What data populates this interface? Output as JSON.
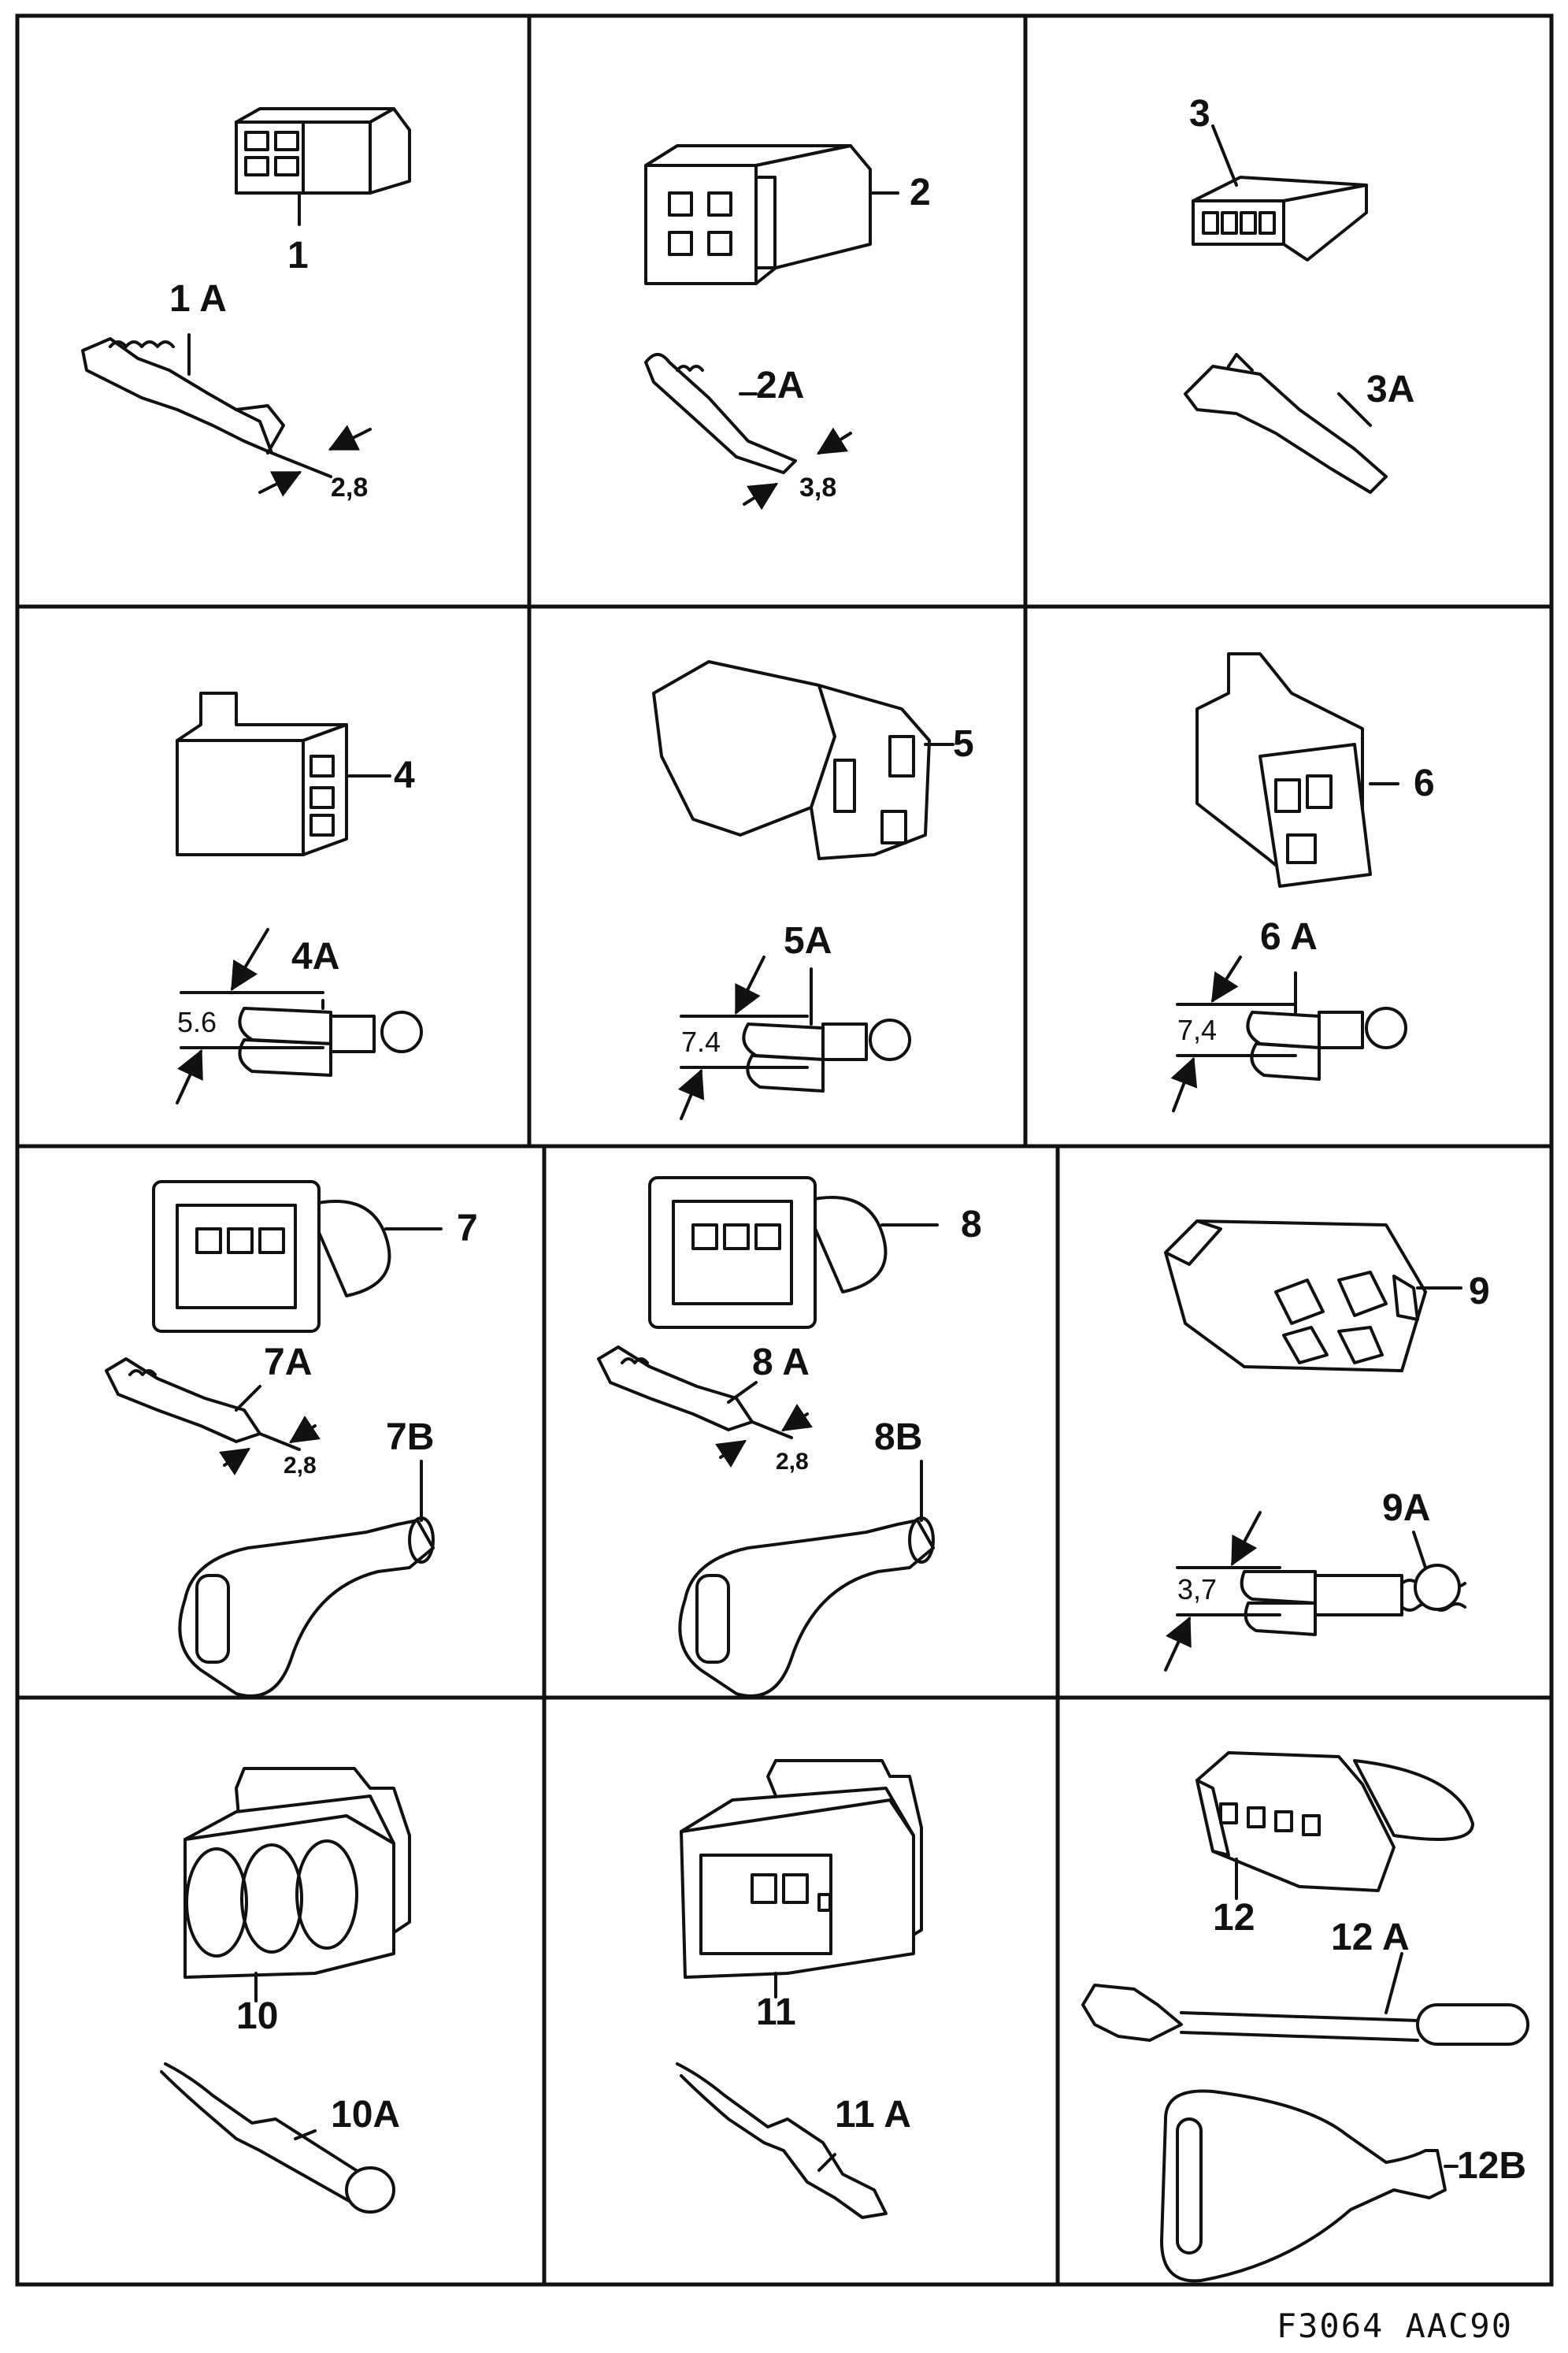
{
  "figure": {
    "reference_code": "F3064 AAC90"
  },
  "cells": [
    {
      "id": "cell-1",
      "labels": {
        "main": "1",
        "sub": "1 A",
        "dim": "2,8"
      }
    },
    {
      "id": "cell-2",
      "labels": {
        "main": "2",
        "sub": "2A",
        "dim": "3,8"
      }
    },
    {
      "id": "cell-3",
      "labels": {
        "main": "3",
        "sub": "3A"
      }
    },
    {
      "id": "cell-4",
      "labels": {
        "main": "4",
        "sub": "4A",
        "dim": "5.6"
      }
    },
    {
      "id": "cell-5",
      "labels": {
        "main": "5",
        "sub": "5A",
        "dim": "7.4"
      }
    },
    {
      "id": "cell-6",
      "labels": {
        "main": "6",
        "sub": "6 A",
        "dim": "7,4"
      }
    },
    {
      "id": "cell-7",
      "labels": {
        "main": "7",
        "sub": "7A",
        "dim": "2,8",
        "boot": "7B"
      }
    },
    {
      "id": "cell-8",
      "labels": {
        "main": "8",
        "sub": "8 A",
        "dim": "2,8",
        "boot": "8B"
      }
    },
    {
      "id": "cell-9",
      "labels": {
        "main": "9",
        "sub": "9A",
        "dim": "3,7"
      }
    },
    {
      "id": "cell-10",
      "labels": {
        "main": "10",
        "sub": "10A"
      }
    },
    {
      "id": "cell-11",
      "labels": {
        "main": "11",
        "sub": "11 A"
      }
    },
    {
      "id": "cell-12",
      "labels": {
        "main": "12",
        "sub": "12 A",
        "boot": "12B"
      }
    }
  ]
}
